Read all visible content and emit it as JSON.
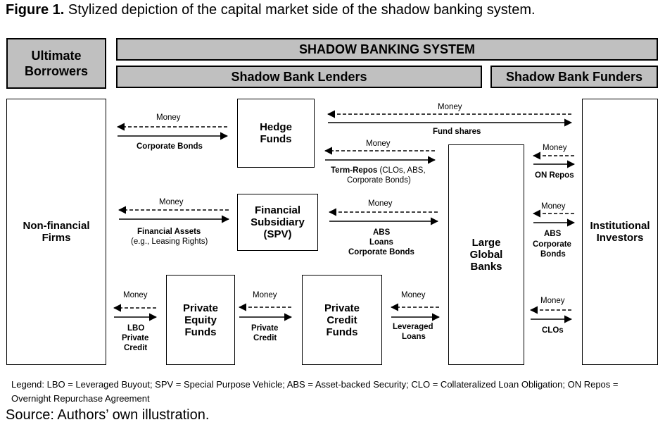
{
  "figure": {
    "title_prefix": "Figure 1.",
    "title": "Stylized depiction of the capital market side of the shadow banking system.",
    "source": "Source: Authors’ own illustration.",
    "legend": "Legend: LBO = Leveraged Buyout; SPV = Special Purpose Vehicle; ABS = Asset-backed Security; CLO = Collateralized Loan Obligation; ON Repos = Overnight Repurchase Agreement"
  },
  "headers": {
    "ultimate_borrowers": "Ultimate Borrowers",
    "shadow_banking_system": "SHADOW BANKING SYSTEM",
    "shadow_bank_lenders": "Shadow Bank Lenders",
    "shadow_bank_funders": "Shadow Bank Funders"
  },
  "nodes": {
    "non_financial_firms": "Non-financial Firms",
    "hedge_funds": "Hedge Funds",
    "financial_subsidiary": "Financial Subsidiary (SPV)",
    "private_equity_funds": "Private Equity Funds",
    "private_credit_funds": "Private Credit Funds",
    "large_global_banks": "Large Global Banks",
    "institutional_investors": "Institutional Investors"
  },
  "flows": {
    "money": "Money",
    "corporate_bonds": "Corporate Bonds",
    "fund_shares": "Fund shares",
    "term_repos_bold": "Term-Repos",
    "term_repos_rest": "(CLOs, ABS,",
    "term_repos_line2": "Corporate Bonds)",
    "on_repos": "ON Repos",
    "financial_assets": "Financial Assets",
    "leasing_rights": "(e.g., Leasing Rights)",
    "abs": "ABS",
    "loans": "Loans",
    "corporate_bonds_short_1": "Corporate",
    "corporate_bonds_short_2": "Bonds",
    "lbo": "LBO",
    "private": "Private",
    "credit": "Credit",
    "leveraged": "Leveraged",
    "loans_short": "Loans",
    "clos": "CLOs"
  },
  "colors": {
    "header_fill": "#c0c0c0",
    "line": "#000000"
  }
}
